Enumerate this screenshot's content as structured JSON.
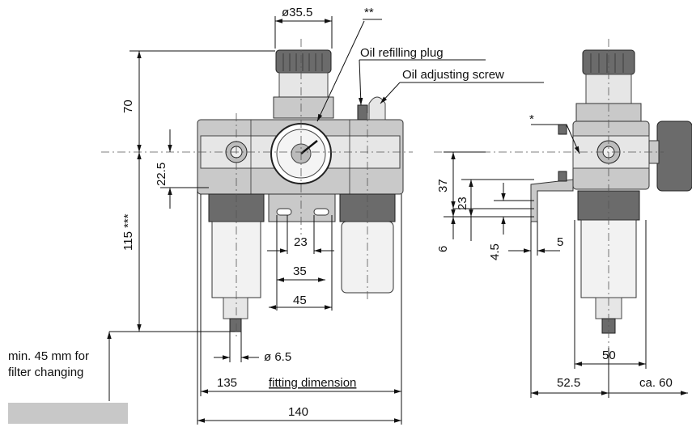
{
  "dimensions": {
    "diameter_regulator": "ø35.5",
    "height_top": "70",
    "height_port": "22.5",
    "height_lower": "115 ***",
    "bracket_23": "23",
    "bracket_35": "35",
    "bracket_45": "45",
    "drain_diameter": "ø 6.5",
    "fitting_label": "fitting dimension",
    "fitting_value": "135",
    "overall_width": "140",
    "side_37": "37",
    "side_23": "23",
    "side_6": "6",
    "side_4_5": "4.5",
    "side_5": "5",
    "side_50": "50",
    "side_52_5": "52.5",
    "side_ca60": "ca. 60"
  },
  "callouts": {
    "double_star": "**",
    "single_star": "*",
    "oil_refilling_plug": "Oil refilling plug",
    "oil_adjusting_screw": "Oil adjusting screw"
  },
  "notes": {
    "filter_line1": "min. 45 mm for",
    "filter_line2": "filter changing"
  }
}
